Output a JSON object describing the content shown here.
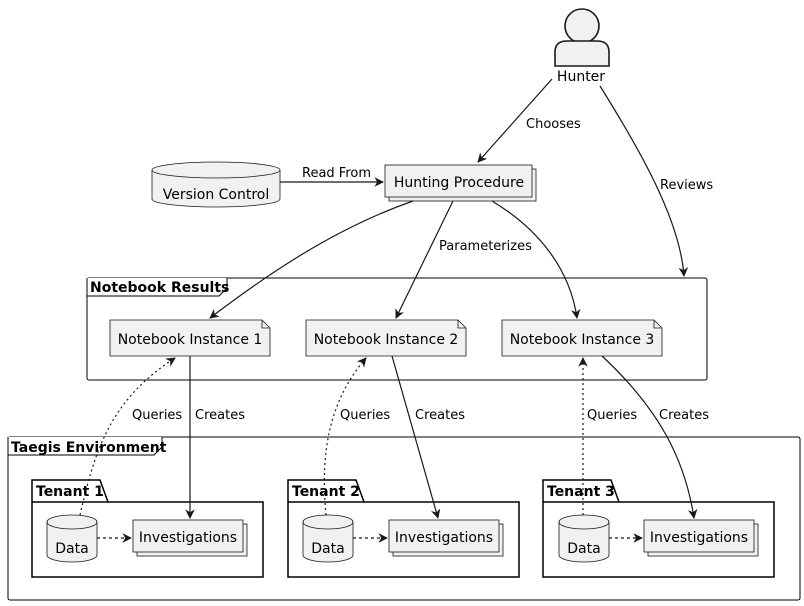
{
  "actor": {
    "label": "Hunter"
  },
  "nodes": {
    "version_control": "Version Control",
    "hunting_procedure": "Hunting Procedure",
    "notebook_1": "Notebook Instance 1",
    "notebook_2": "Notebook Instance 2",
    "notebook_3": "Notebook Instance 3"
  },
  "frames": {
    "notebook_results": "Notebook Results",
    "taegis_environment": "Taegis Environment"
  },
  "tenants": [
    {
      "label": "Tenant 1",
      "data": "Data",
      "investigations": "Investigations"
    },
    {
      "label": "Tenant 2",
      "data": "Data",
      "investigations": "Investigations"
    },
    {
      "label": "Tenant 3",
      "data": "Data",
      "investigations": "Investigations"
    }
  ],
  "edges": {
    "chooses": "Chooses",
    "reviews": "Reviews",
    "read_from": "Read From",
    "parameterizes": "Parameterizes",
    "queries": "Queries",
    "creates": "Creates"
  }
}
